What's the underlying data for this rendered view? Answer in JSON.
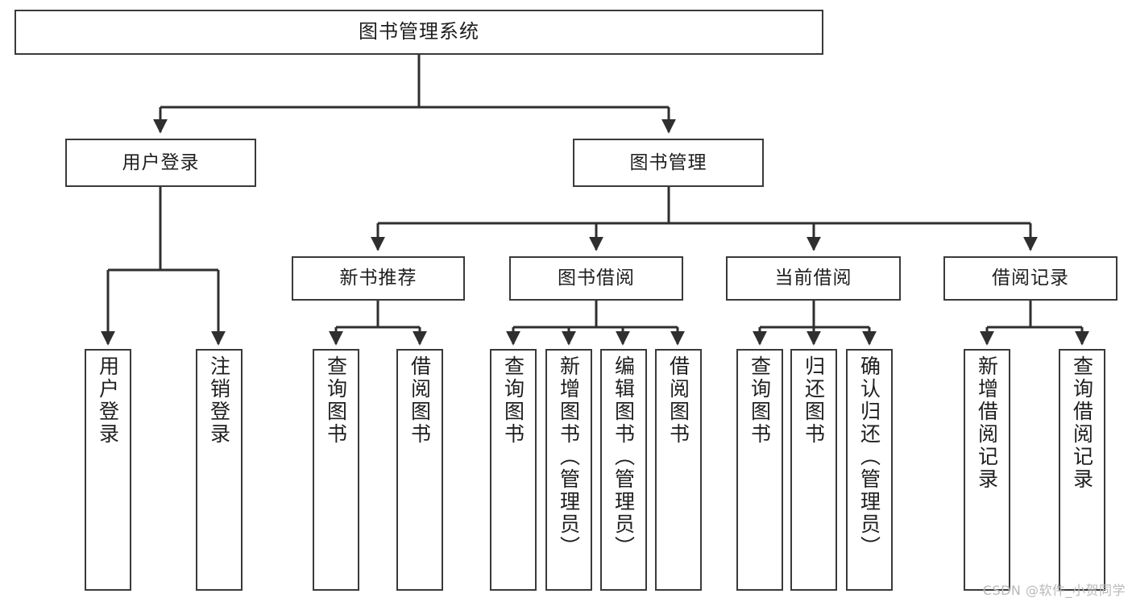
{
  "diagram": {
    "title": "图书管理系统",
    "type": "hierarchy-tree",
    "colors": {
      "box_border": "#3a3a3a",
      "box_fill": "#ffffff",
      "connector": "#2f2f2f",
      "text": "#1e1e1e",
      "watermark": "#b9b9b9"
    },
    "watermark": "CSDN @软件_小贺同学",
    "levels": {
      "root": {
        "label": "图书管理系统"
      },
      "level2": [
        {
          "id": "user-login",
          "label": "用户登录"
        },
        {
          "id": "book-manage",
          "label": "图书管理"
        }
      ],
      "level3": [
        {
          "id": "new-book-recommend",
          "label": "新书推荐"
        },
        {
          "id": "book-borrow",
          "label": "图书借阅"
        },
        {
          "id": "current-borrow",
          "label": "当前借阅"
        },
        {
          "id": "borrow-record",
          "label": "借阅记录"
        }
      ],
      "leaves": {
        "user-login": [
          {
            "id": "leaf-user-login",
            "label": "用户登录"
          },
          {
            "id": "leaf-logout-login",
            "label": "注销登录"
          }
        ],
        "new-book-recommend": [
          {
            "id": "leaf-query-book-1",
            "label": "查询图书"
          },
          {
            "id": "leaf-borrow-book-1",
            "label": "借阅图书"
          }
        ],
        "book-borrow": [
          {
            "id": "leaf-query-book-2",
            "label": "查询图书"
          },
          {
            "id": "leaf-add-book",
            "label": "新增图书（管理员）"
          },
          {
            "id": "leaf-edit-book",
            "label": "编辑图书（管理员）"
          },
          {
            "id": "leaf-borrow-book-2",
            "label": "借阅图书"
          }
        ],
        "current-borrow": [
          {
            "id": "leaf-query-book-3",
            "label": "查询图书"
          },
          {
            "id": "leaf-return-book",
            "label": "归还图书"
          },
          {
            "id": "leaf-confirm-return",
            "label": "确认归还（管理员）"
          }
        ],
        "borrow-record": [
          {
            "id": "leaf-add-record",
            "label": "新增借阅记录"
          },
          {
            "id": "leaf-query-record",
            "label": "查询借阅记录"
          }
        ]
      }
    }
  }
}
